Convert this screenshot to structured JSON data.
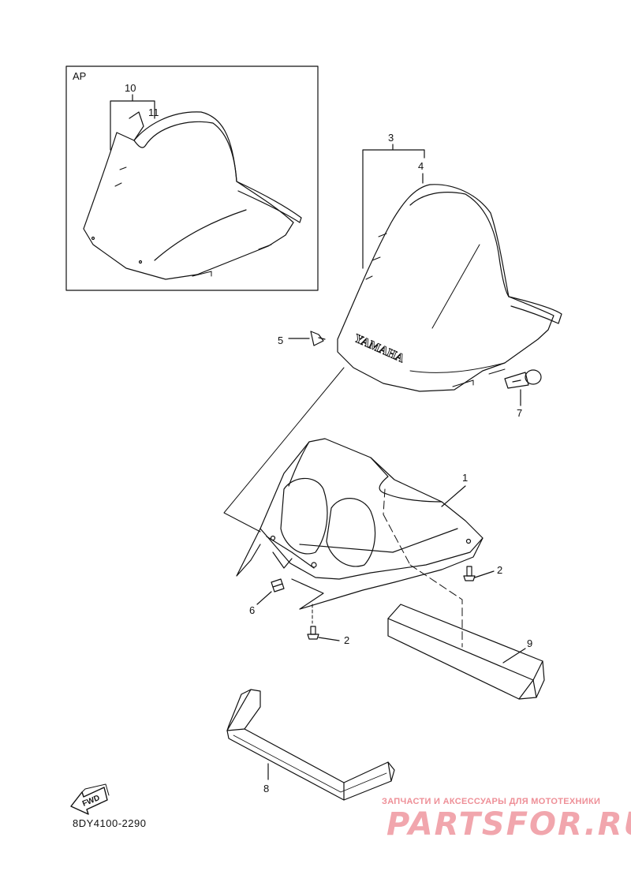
{
  "inset": {
    "label": "AP"
  },
  "callouts": {
    "c1": "1",
    "c2a": "2",
    "c2b": "2",
    "c3": "3",
    "c4": "4",
    "c5": "5",
    "c6": "6",
    "c7": "7",
    "c8": "8",
    "c9": "9",
    "c10": "10",
    "c11": "11"
  },
  "windshield_brand": "YAMAHA",
  "fwd_label": "FWD",
  "part_code": "8DY4100-2290",
  "watermark": {
    "tagline": "ЗАПЧАСТИ И АКСЕССУАРЫ ДЛЯ МОТОТЕХНИКИ",
    "logo": "PARTSFOR.RU",
    "color": "#f1a6ad"
  },
  "colors": {
    "ink": "#111111",
    "background": "#ffffff",
    "watermark": "#f1a6ad"
  }
}
